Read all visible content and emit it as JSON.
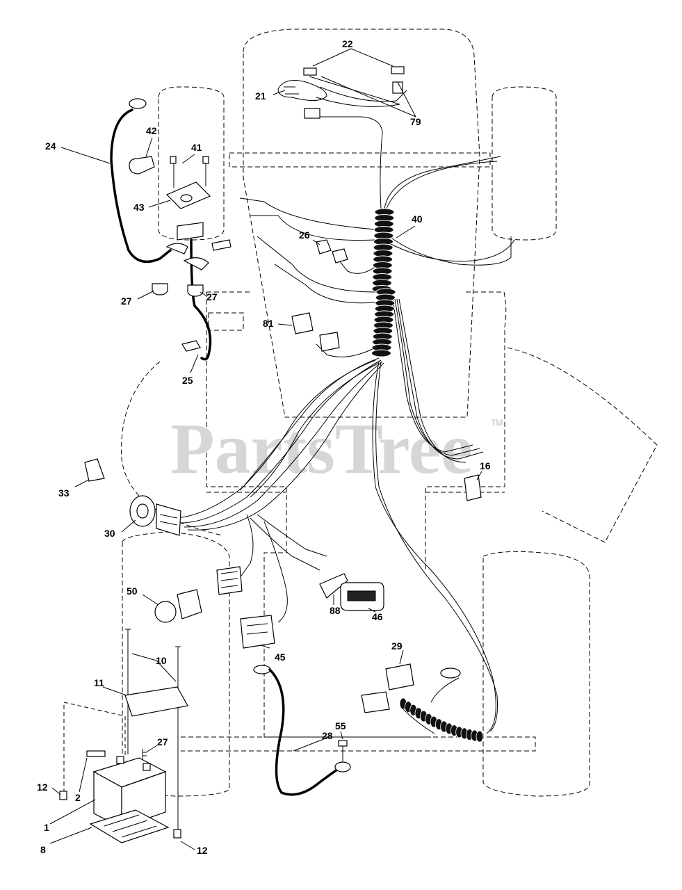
{
  "watermark": {
    "text": "PartsTree",
    "tm": "TM"
  },
  "callouts": {
    "c1": "1",
    "c2": "2",
    "c8": "8",
    "c10": "10",
    "c11": "11",
    "c12a": "12",
    "c12b": "12",
    "c16": "16",
    "c21": "21",
    "c22": "22",
    "c24": "24",
    "c25": "25",
    "c26": "26",
    "c27a": "27",
    "c27b": "27",
    "c27c": "27",
    "c28": "28",
    "c29": "29",
    "c30": "30",
    "c33": "33",
    "c40": "40",
    "c41": "41",
    "c42": "42",
    "c43": "43",
    "c45": "45",
    "c46": "46",
    "c50": "50",
    "c55": "55",
    "c79": "79",
    "c81": "81",
    "c88": "88"
  }
}
